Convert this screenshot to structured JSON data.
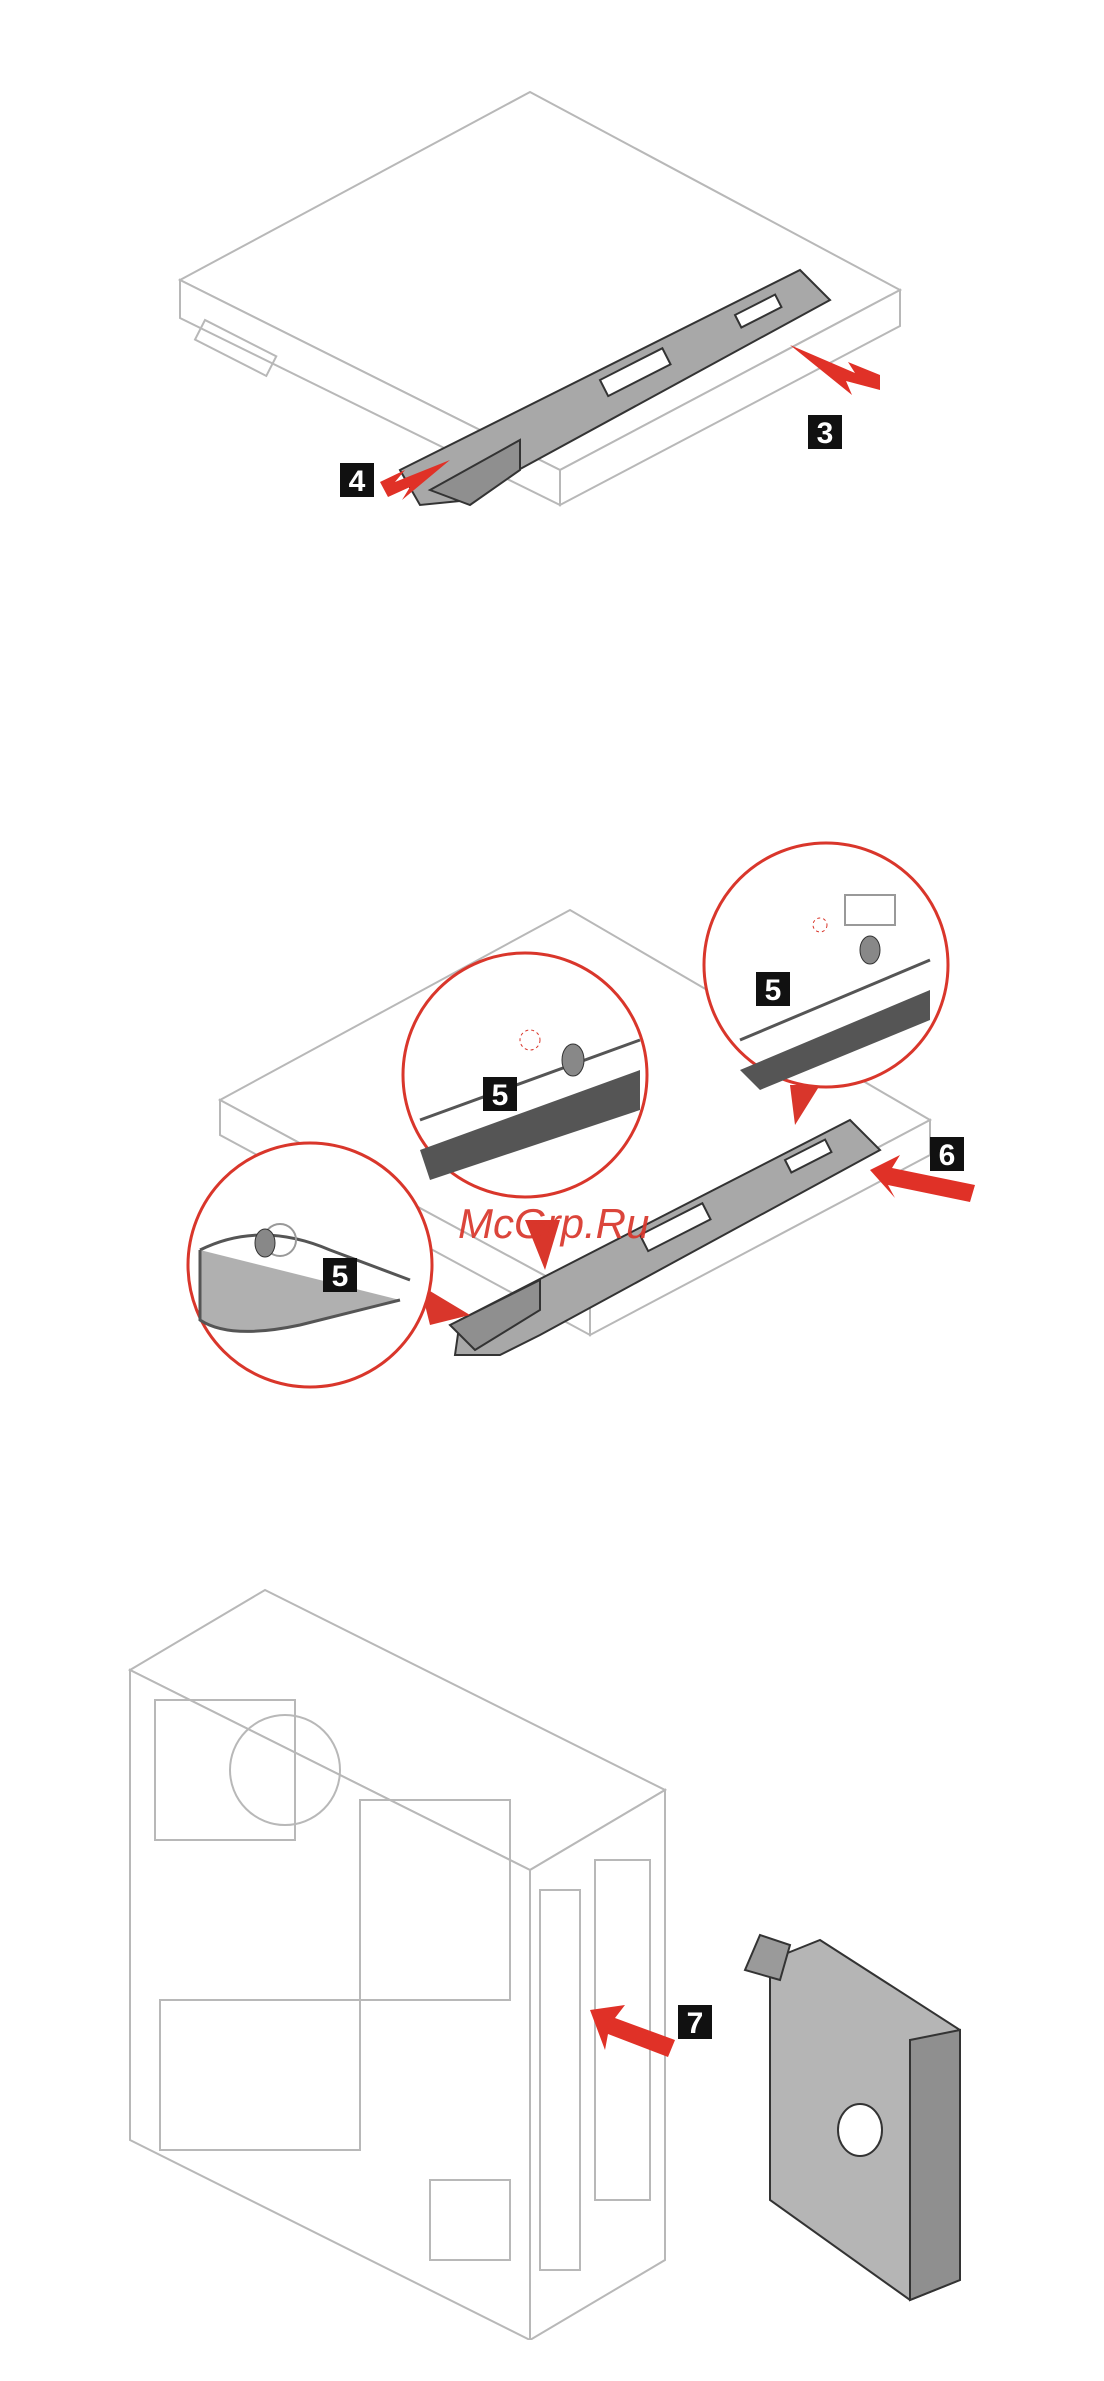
{
  "document": {
    "type": "installation-illustrations",
    "steps": [
      {
        "callouts": [
          "3",
          "4"
        ]
      },
      {
        "callouts": [
          "5",
          "5",
          "5",
          "6"
        ],
        "watermark": "McGrp.Ru"
      },
      {
        "callouts": [
          "7"
        ]
      }
    ]
  },
  "colors": {
    "arrow": "#e03127",
    "callout_bg": "#111111",
    "line_art": "#8a8a8a",
    "bracket_fill": "#9a9a9a",
    "zoom_circle": "#d9362b"
  }
}
